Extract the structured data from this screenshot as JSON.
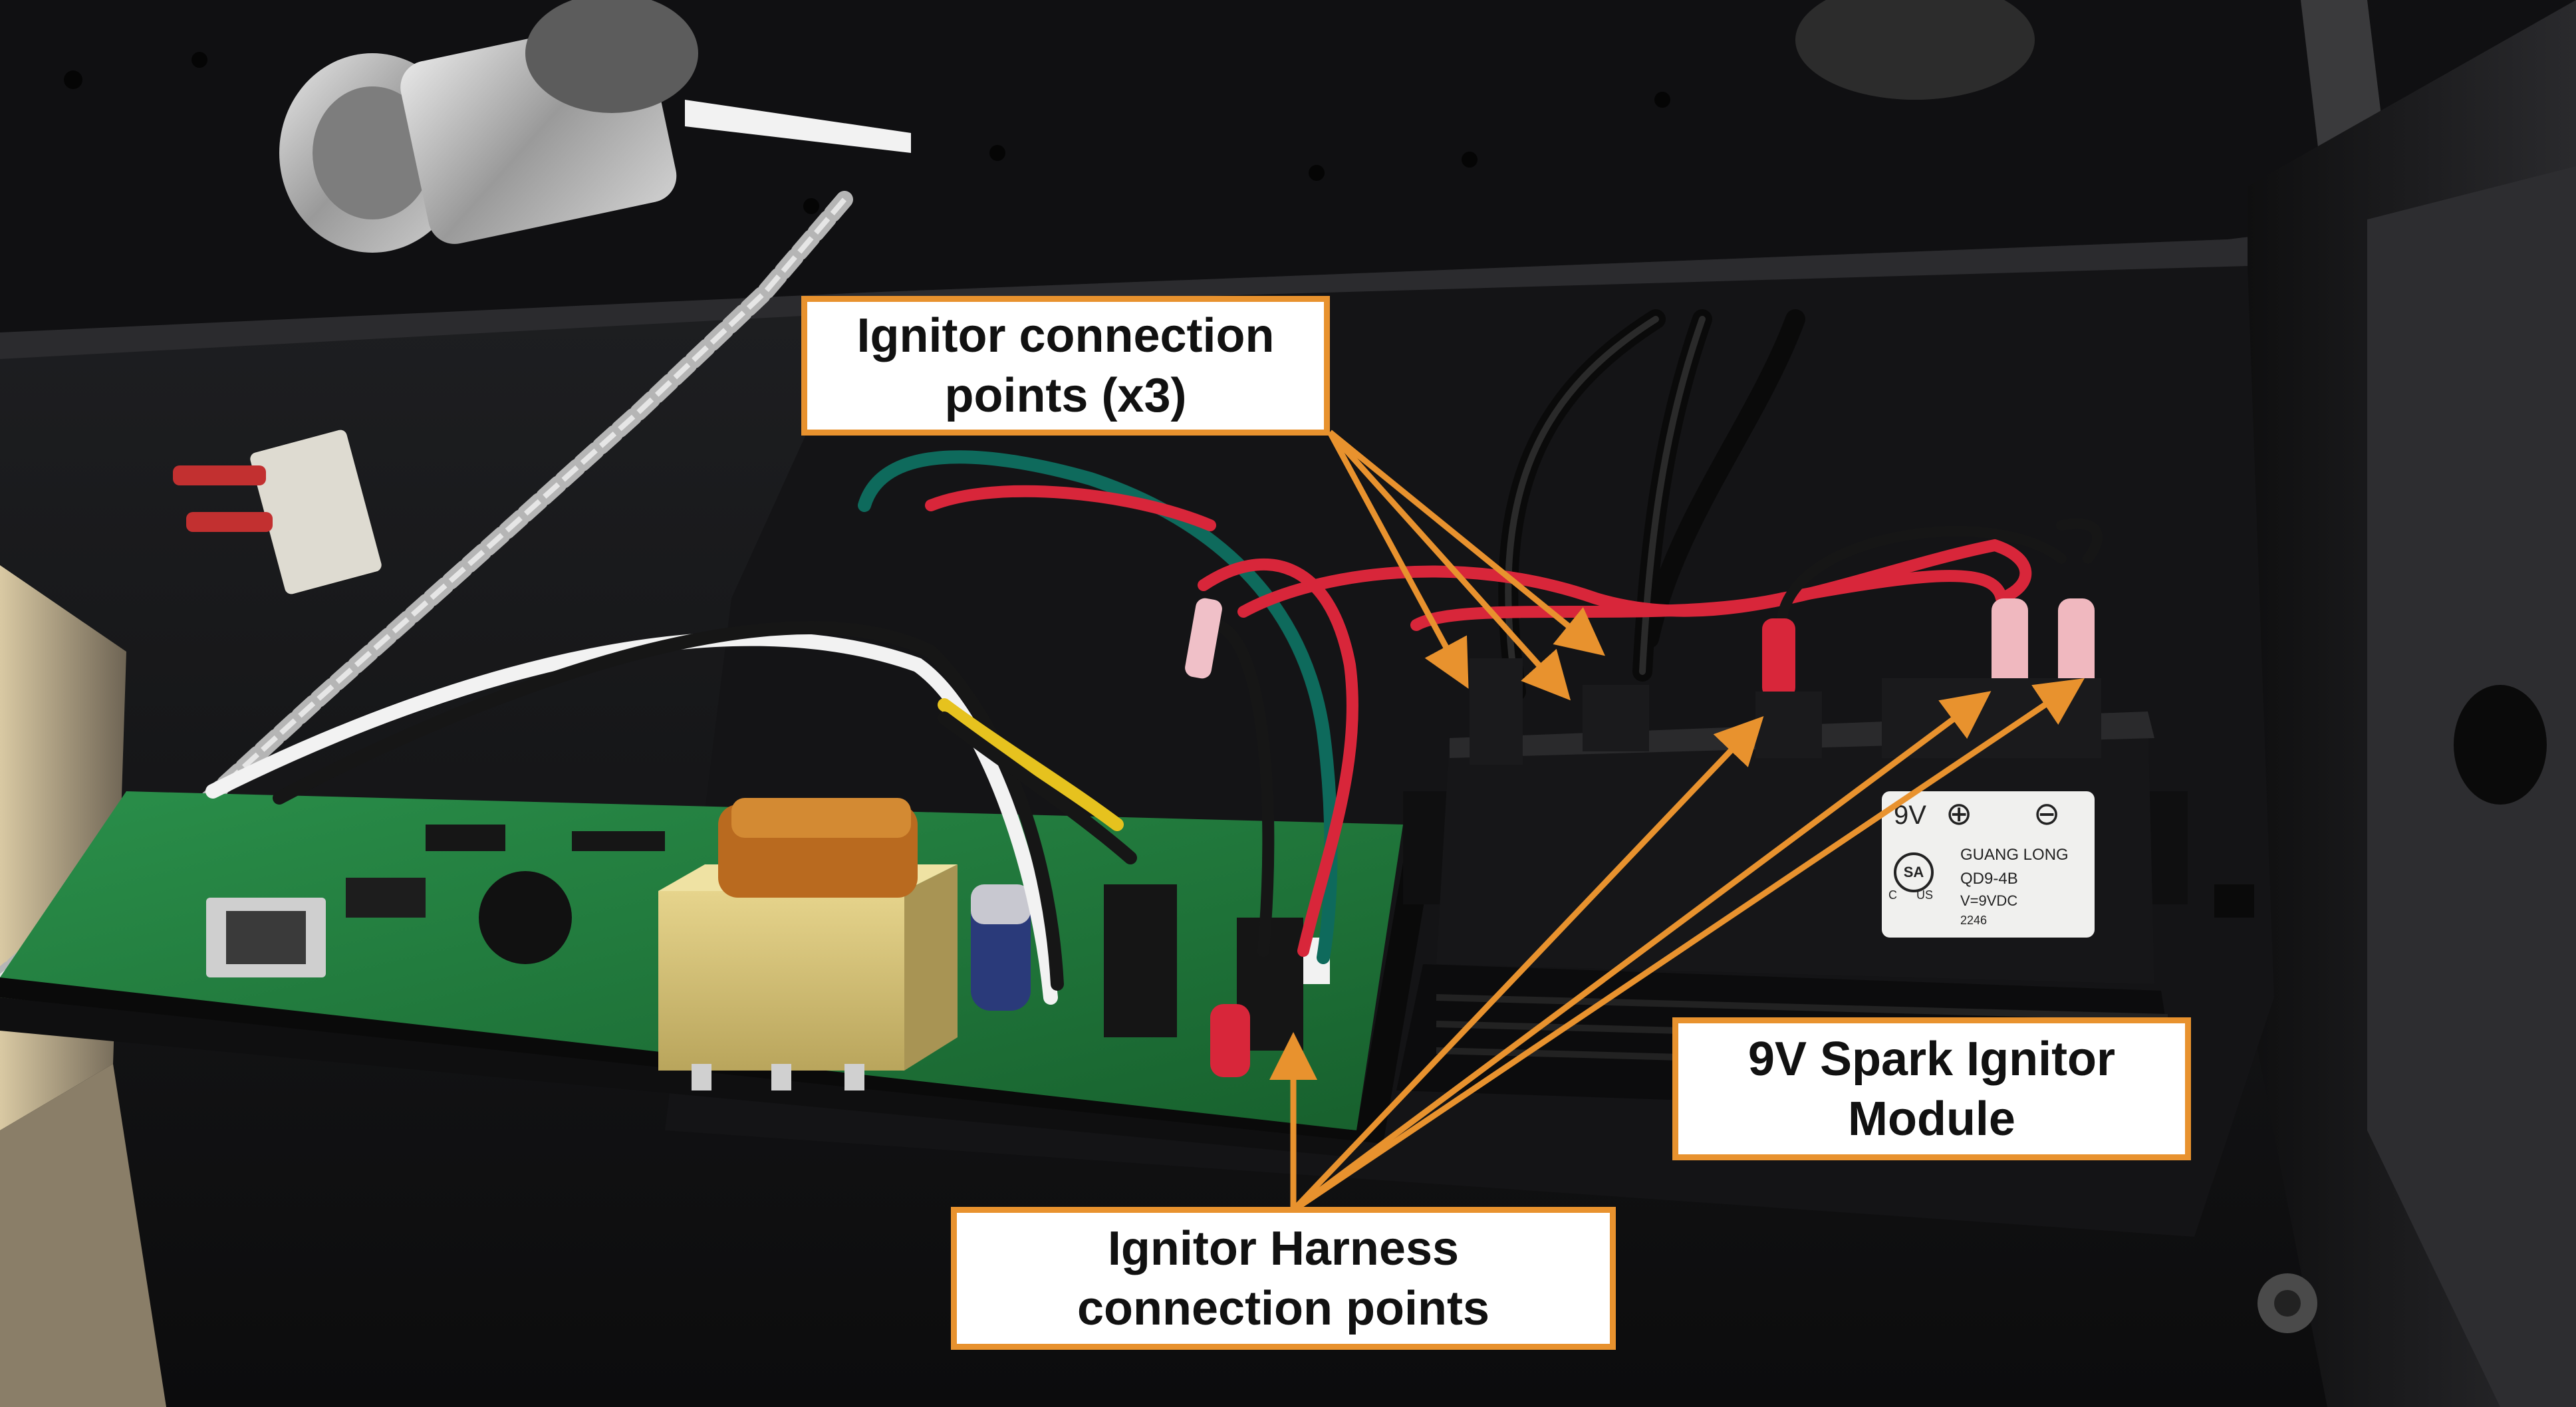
{
  "callouts": {
    "ignitor_points": "Ignitor connection\npoints (x3)",
    "harness_points": "Ignitor Harness\nconnection points",
    "module": "9V Spark Ignitor\nModule"
  },
  "module_label": {
    "voltage": "9V",
    "plus": "⊕",
    "minus": "⊖",
    "brand": "GUANG LONG",
    "model": "QD9-4B",
    "rating": "V=9VDC",
    "code": "2246",
    "cert": "SA",
    "cert_c": "C",
    "cert_us": "US"
  },
  "colors": {
    "accent": "#e8922e",
    "housing": "#1a1a1c",
    "pcb": "#1f7a3a",
    "wire_red": "#d8263a",
    "wire_green": "#0e6a5c",
    "wire_white": "#f0f0f0",
    "transformer": "#d8c37a",
    "copper": "#b8641e"
  }
}
